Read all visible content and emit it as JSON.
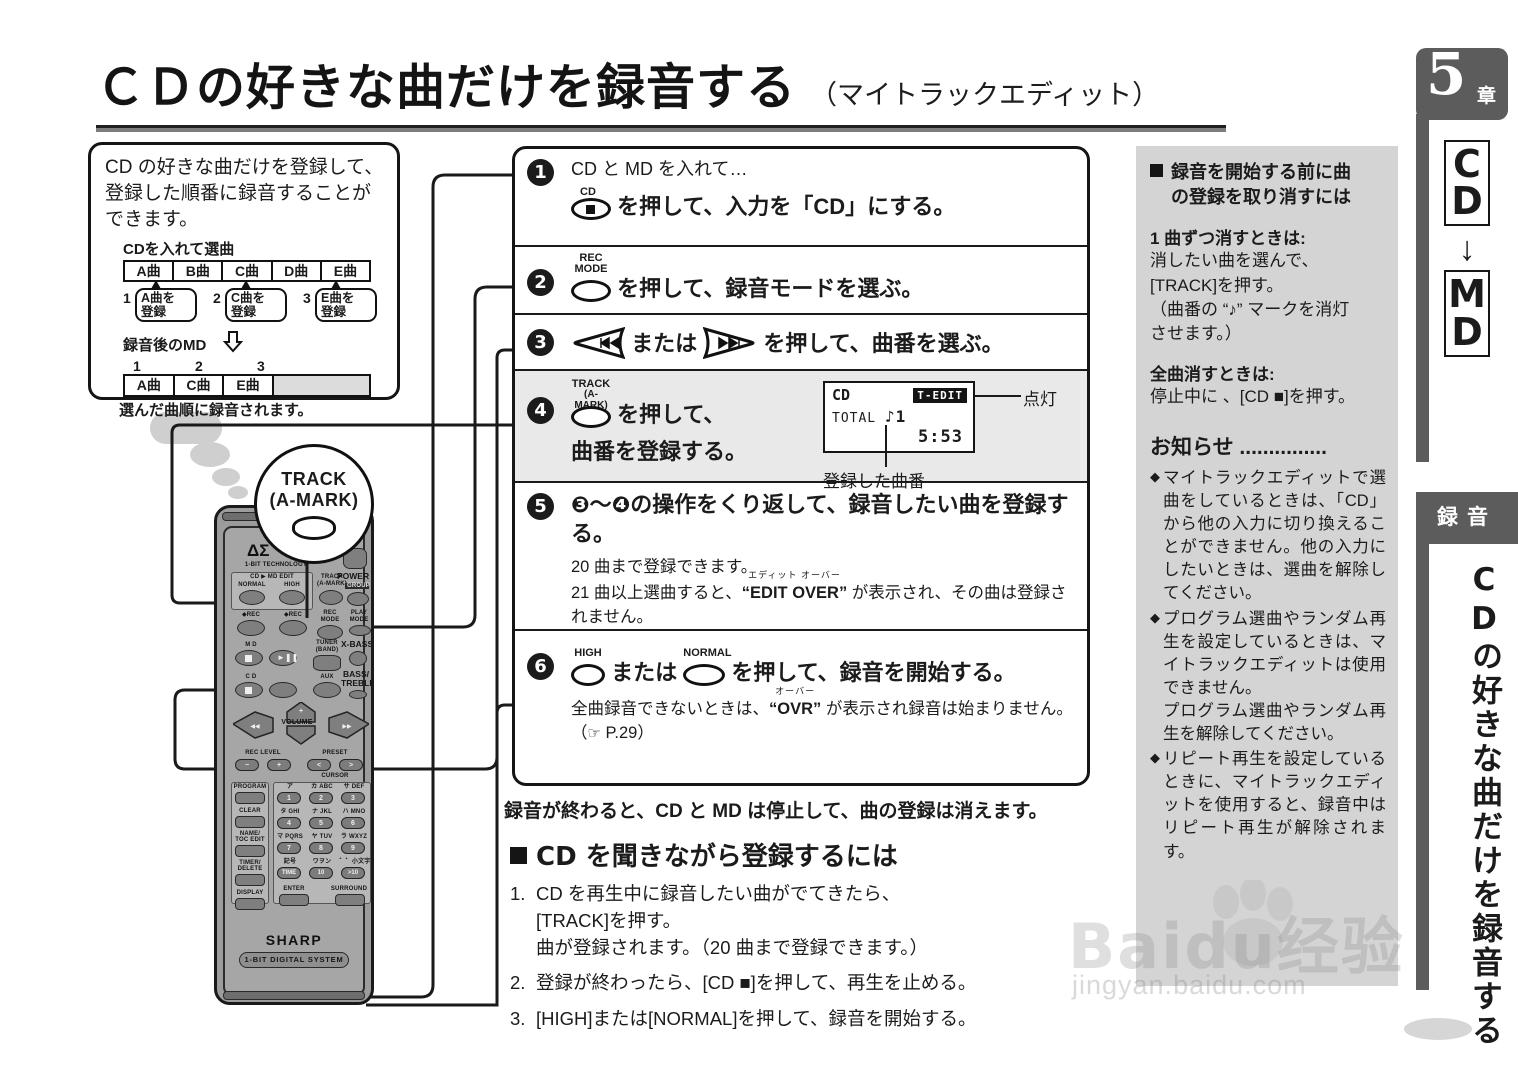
{
  "title": {
    "main": "ＣＤの好きな曲だけを録音する",
    "sub": "（マイトラックエディット）"
  },
  "intro": {
    "text": "CD の好きな曲だけを登録して、登録した順番に録音することができます。",
    "diagram_label_top": "CDを入れて選曲",
    "cd_tracks": [
      "A曲",
      "B曲",
      "C曲",
      "D曲",
      "E曲"
    ],
    "registrations": [
      {
        "num": "1",
        "label_line1": "A曲を",
        "label_line2": "登録"
      },
      {
        "num": "2",
        "label_line1": "C曲を",
        "label_line2": "登録"
      },
      {
        "num": "3",
        "label_line1": "E曲を",
        "label_line2": "登録"
      }
    ],
    "md_label": "録音後のMD",
    "md_numbers": [
      "1",
      "2",
      "3"
    ],
    "md_tracks": [
      "A曲",
      "C曲",
      "E曲",
      ""
    ],
    "footnote": "選んだ曲順に録音されます。"
  },
  "callout": {
    "line1": "TRACK",
    "line2": "(A-MARK)"
  },
  "remote": {
    "tech_label": "1-BIT TECHNOLOGY",
    "power_label": "POWER",
    "edit_panel_label": "CD ▶ MD EDIT",
    "normal_label": "NORMAL",
    "high_label": "HIGH",
    "track_label_1": "TRACK",
    "track_label_2": "(A-MARK)",
    "group_label": "GROUP",
    "rec_label_left": "◆REC",
    "rec_label_right": "◆REC",
    "rec_mode_1": "REC",
    "rec_mode_2": "MODE",
    "play_mode_1": "PLAY",
    "play_mode_2": "MODE",
    "md_label": "M D",
    "tuner_1": "TUNER",
    "tuner_2": "(BAND)",
    "xbass_label": "X-BASS",
    "cd_label": "C D",
    "aux_label": "AUX",
    "bass_1": "BASS/",
    "bass_2": "TREBLE",
    "volume_label": "VOLUME",
    "rec_level_label": "REC LEVEL",
    "preset_label": "PRESET",
    "cursor_label": "CURSOR",
    "side_buttons": [
      "PROGRAM",
      "CLEAR",
      "NAME/\nTOC EDIT",
      "TIMER/\nDELETE",
      "DISPLAY"
    ],
    "keypad": [
      {
        "top": "ア",
        "key": "1"
      },
      {
        "top": "カ ABC",
        "key": "2"
      },
      {
        "top": "サ DEF",
        "key": "3"
      },
      {
        "top": "タ GHI",
        "key": "4"
      },
      {
        "top": "ナ JKL",
        "key": "5"
      },
      {
        "top": "ハ MNO",
        "key": "6"
      },
      {
        "top": "マ PQRS",
        "key": "7"
      },
      {
        "top": "ヤ TUV",
        "key": "8"
      },
      {
        "top": "ラ WXYZ",
        "key": "9"
      },
      {
        "top": "記号",
        "key": "TIME"
      },
      {
        "top": "ワヲン",
        "key": "10"
      },
      {
        "top": "゛゜小文字",
        "key": ">10"
      }
    ],
    "enter_label": "ENTER",
    "surround_label": "SURROUND",
    "brand": "SHARP",
    "badge": "1-BIT DIGITAL SYSTEM"
  },
  "steps": [
    {
      "num": "1",
      "lead": "CD と MD を入れて…",
      "button_caption": "CD",
      "body": "を押して、入力を「CD」にする。"
    },
    {
      "num": "2",
      "button_caption_1": "REC",
      "button_caption_2": "MODE",
      "body": "を押して、録音モードを選ぶ。"
    },
    {
      "num": "3",
      "mid": "または",
      "body": "を押して、曲番を選ぶ。"
    },
    {
      "num": "4",
      "button_caption_1": "TRACK",
      "button_caption_2": "(A-MARK)",
      "body_line1": "を押して、",
      "body_line2": "曲番を登録する。",
      "display": {
        "source": "CD",
        "indicator": "T-EDIT",
        "total_label": "TOTAL",
        "track_mark": "♪",
        "track_num": "1",
        "time": "5:53",
        "lead_label": "点灯",
        "down_label": "登録した曲番"
      }
    },
    {
      "num": "5",
      "headline": "❸〜❹の操作をくり返して、録音したい曲を登録する。",
      "note1": "20 曲まで登録できます。",
      "ruby": "エディット  オーバー",
      "note2_a": "21 曲以上選曲すると、",
      "note2_b": "“EDIT OVER”",
      "note2_c": " が表示され、その曲は登録されません。"
    },
    {
      "num": "6",
      "cap_high": "HIGH",
      "cap_normal": "NORMAL",
      "mid": "または",
      "body": "を押して、録音を開始する。",
      "ruby": "オーバー",
      "note_a": "全曲録音できないときは、",
      "note_b": "“OVR”",
      "note_c": " が表示され録音は始まりません。（",
      "note_ref": "P.29",
      "note_d": "）"
    }
  ],
  "after_note": "録音が終わると、CD と MD は停止して、曲の登録は消えます。",
  "lower_section": {
    "heading": "CD を聞きながら登録するには",
    "items": [
      {
        "num": "1.",
        "lines": [
          "CD を再生中に録音したい曲がでてきたら、",
          "[TRACK]を押す。",
          "曲が登録されます。（20 曲まで登録できます。）"
        ]
      },
      {
        "num": "2.",
        "lines": [
          "登録が終わったら、[CD ■]を押して、再生を止める。"
        ]
      },
      {
        "num": "3.",
        "lines": [
          "[HIGH]または[NORMAL]を押して、録音を開始する。"
        ]
      }
    ]
  },
  "right_column": {
    "heading_line1": "録音を開始する前に曲",
    "heading_line2": "の登録を取り消すには",
    "sub1": "1 曲ずつ消すときは:",
    "body1": "消したい曲を選んで、\n[TRACK]を押す。\n（曲番の “♪” マークを消灯\nさせます。）",
    "sub2": "全曲消すときは:",
    "body2": "停止中に 、[CD ■]を押す。",
    "notice_title": "お知らせ ...............",
    "notices": [
      "マイトラックエディットで選曲をしているときは、「CD」から他の入力に切り換えることができません。他の入力にしたいときは、選曲を解除してください。",
      "プログラム選曲やランダム再生を設定しているときは、マイトラックエディットは使用できません。\nプログラム選曲やランダム再生を解除してください。",
      "リピート再生を設定しているときに、マイトラックエディットを使用すると、録音中はリピート再生が解除されます。"
    ]
  },
  "tab_strip": {
    "chapter_number": "5",
    "chapter_kanji": "章",
    "box_cd": "CD",
    "box_md": "MD",
    "arrow": "↓",
    "section_badge": "録音",
    "vertical_title": "CDの好きな曲だけを録音する"
  },
  "watermark": {
    "line1": "Baidu经验",
    "line2": "jingyan.baidu.com"
  },
  "colors": {
    "tab_gray": "#5c5c5c",
    "panel_gray": "#d4d4d4",
    "step_shade": "#e9e9e9",
    "ink": "#151515"
  }
}
